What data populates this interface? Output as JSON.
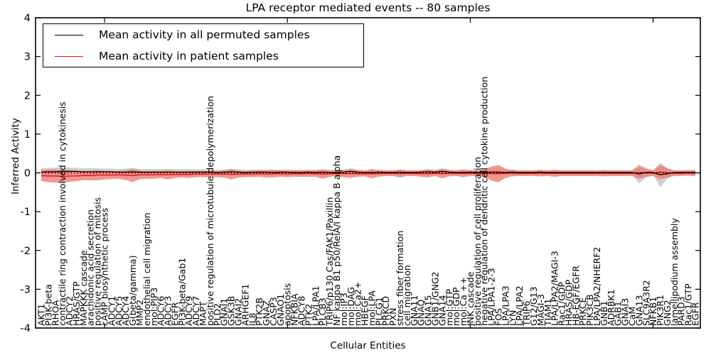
{
  "title": "LPA receptor mediated events -- 80 samples",
  "xlabel": "Cellular Entities",
  "ylabel": "Inferred Activity",
  "legend": {
    "items": [
      {
        "label": "Mean activity in all permuted samples",
        "color": "#000000"
      },
      {
        "label": "Mean activity in patient samples",
        "color": "#ff0000"
      }
    ]
  },
  "chart_data": {
    "type": "line",
    "title": "LPA receptor mediated events -- 80 samples",
    "xlabel": "Cellular Entities",
    "ylabel": "Inferred Activity",
    "ylim": [
      -4,
      4
    ],
    "yticks": [
      4,
      3,
      2,
      1,
      0,
      -1,
      -2,
      -3,
      -4
    ],
    "grid": false,
    "legend_position": "upper left",
    "zero_reference_line": true,
    "categories": [
      "AKT1",
      "PI3K-beta",
      "RHOA",
      "contractile ring contraction involved in cytokinesis",
      "ADCY2",
      "HRAS/GTP",
      "MAPKKK cascade",
      "arachidonic acid secretion",
      "positive regulation of mitosis",
      "cAMP biosynthetic process",
      "ADCY1",
      "ADCY5",
      "ADCY4",
      "G(beta/gamma)",
      "MMP2",
      "endothelial cell migration",
      "mol:PIP3",
      "ADCY6",
      "ADCY3",
      "EGFR",
      "PI3K-beta/Gab1",
      "ADCY9",
      "ADCY7",
      "MAPT",
      "positive regulation of microtubule depolymerization",
      "PLD2",
      "GNAI1",
      "GSK3B",
      "GNAI2",
      "ARHGEF1",
      "IL8",
      "PTK2B",
      "GNAZ",
      "CASP3",
      "GNAO1",
      "apoptosis",
      "NFKBIA",
      "ADCY8",
      "PTK2",
      "LPA/LPA1",
      "PLCB3",
      "TRIP6/p130 Cas/FAK1/Paxillin",
      "NF kappa B1 p50/RelA/I kappa B alpha",
      "mol:IP3",
      "mol:DAG",
      "mol:Ca2+",
      "HBEGF",
      "mol:LPA",
      "PLCG1",
      "PRKCD",
      "PXN",
      "stress fiber formation",
      "cell migration",
      "GNA11",
      "GNAQ",
      "GNA15",
      "GNB1/GNG2",
      "GNA14",
      "mol:GTP",
      "mol:GDP",
      "mol:Ca ++",
      "JNK cascade",
      "positive regulation of cell proliferation",
      "negative regulation of dendritic cell cytokine production",
      "LPA/LPA1-2-3",
      "FOS",
      "LPA/LPA3",
      "LYN",
      "LPA/LPA2",
      "TRIP6",
      "G12/G13",
      "MAGI-3",
      "TIAM1",
      "LPA/LPA2/MAGI-3",
      "Rac1/GDP",
      "HRAS/GDP",
      "HB-EGF/EGFR",
      "PRKCE",
      "PIK3CB",
      "LPA/LPA2/NHERF2",
      "GNB1",
      "ADRBK1",
      "GAB1",
      "GNAI3",
      "CaM",
      "GNA13",
      "SLC9A3R2",
      "NFKB1",
      "PIK3R1",
      "GNG2",
      "lamellipodium assembly",
      "PARD3",
      "Rac1/GTP",
      "EGFR"
    ],
    "series": [
      {
        "name": "Mean activity in all permuted samples",
        "color": "#000000",
        "band_color": "#aaaaaa",
        "values": [
          0.02,
          0.03,
          0.03,
          0.04,
          0.04,
          0.04,
          0.03,
          0.03,
          0.03,
          0.03,
          0.03,
          0.02,
          0.02,
          0.03,
          0.02,
          0.02,
          0.02,
          0.02,
          0.02,
          0.02,
          0.02,
          0.02,
          0.02,
          0.02,
          0.02,
          0.01,
          0.02,
          0.03,
          0.02,
          0.01,
          0.02,
          0.02,
          0.02,
          0.01,
          0.02,
          0.02,
          0.01,
          0.01,
          0.02,
          0.01,
          0.02,
          0.01,
          0.01,
          0.02,
          0.04,
          0.02,
          0.01,
          0.01,
          0.02,
          0.01,
          0.01,
          0.02,
          0.01,
          0.01,
          0.02,
          0.03,
          0.02,
          0.04,
          0.02,
          0.01,
          0.01,
          0.02,
          0.01,
          0.01,
          0.02,
          0.02,
          0.01,
          0.02,
          0.01,
          0.01,
          0.01,
          0.02,
          0.01,
          0.01,
          0.01,
          0.01,
          0.01,
          0.01,
          0.01,
          0.01,
          0.01,
          0.01,
          0.01,
          0.01,
          0.01,
          -0.03,
          0.01,
          0.01,
          -0.05,
          -0.02,
          0.01,
          0.01,
          0.01,
          0.01
        ],
        "band": [
          0.1,
          0.1,
          0.11,
          0.1,
          0.1,
          0.09,
          0.09,
          0.09,
          0.09,
          0.08,
          0.08,
          0.08,
          0.09,
          0.1,
          0.08,
          0.08,
          0.08,
          0.08,
          0.08,
          0.08,
          0.08,
          0.08,
          0.07,
          0.07,
          0.07,
          0.07,
          0.07,
          0.08,
          0.07,
          0.07,
          0.07,
          0.07,
          0.07,
          0.07,
          0.07,
          0.07,
          0.07,
          0.07,
          0.07,
          0.07,
          0.07,
          0.07,
          0.06,
          0.07,
          0.08,
          0.07,
          0.06,
          0.06,
          0.07,
          0.06,
          0.06,
          0.07,
          0.06,
          0.06,
          0.06,
          0.07,
          0.06,
          0.08,
          0.06,
          0.06,
          0.06,
          0.06,
          0.06,
          0.06,
          0.08,
          0.09,
          0.06,
          0.07,
          0.06,
          0.06,
          0.06,
          0.06,
          0.06,
          0.06,
          0.06,
          0.06,
          0.06,
          0.06,
          0.06,
          0.06,
          0.06,
          0.06,
          0.06,
          0.06,
          0.06,
          0.25,
          0.12,
          0.06,
          0.32,
          0.14,
          0.06,
          0.06,
          0.06,
          0.06
        ]
      },
      {
        "name": "Mean activity in patient samples",
        "color": "#ff0000",
        "band_color": "#ee7c72",
        "values": [
          -0.07,
          -0.08,
          -0.08,
          -0.09,
          -0.08,
          -0.08,
          -0.07,
          -0.07,
          -0.06,
          -0.06,
          -0.06,
          -0.05,
          -0.06,
          -0.07,
          -0.05,
          -0.05,
          -0.05,
          -0.04,
          -0.05,
          -0.04,
          -0.04,
          -0.04,
          -0.03,
          -0.03,
          -0.03,
          -0.03,
          -0.03,
          -0.04,
          -0.03,
          -0.03,
          -0.03,
          -0.02,
          -0.03,
          -0.02,
          -0.02,
          -0.03,
          -0.02,
          -0.02,
          -0.02,
          -0.02,
          -0.03,
          -0.02,
          -0.02,
          -0.02,
          -0.02,
          -0.02,
          -0.02,
          -0.02,
          -0.02,
          -0.01,
          -0.01,
          -0.02,
          -0.01,
          -0.01,
          -0.02,
          -0.02,
          -0.01,
          -0.02,
          -0.01,
          -0.01,
          -0.01,
          -0.01,
          -0.01,
          -0.01,
          -0.02,
          -0.02,
          -0.01,
          -0.01,
          -0.01,
          -0.01,
          -0.01,
          -0.01,
          -0.01,
          -0.01,
          -0.01,
          -0.01,
          -0.01,
          -0.01,
          -0.01,
          -0.01,
          -0.01,
          -0.01,
          -0.01,
          -0.01,
          -0.01,
          0.01,
          0.0,
          -0.01,
          0.02,
          0.0,
          -0.01,
          -0.01,
          0.0,
          -0.01
        ],
        "band": [
          0.14,
          0.16,
          0.17,
          0.16,
          0.15,
          0.13,
          0.12,
          0.12,
          0.13,
          0.11,
          0.1,
          0.1,
          0.12,
          0.17,
          0.11,
          0.1,
          0.1,
          0.09,
          0.12,
          0.09,
          0.08,
          0.09,
          0.08,
          0.08,
          0.08,
          0.08,
          0.09,
          0.13,
          0.09,
          0.08,
          0.08,
          0.08,
          0.09,
          0.1,
          0.08,
          0.08,
          0.08,
          0.08,
          0.08,
          0.08,
          0.12,
          0.08,
          0.07,
          0.09,
          0.11,
          0.08,
          0.07,
          0.12,
          0.08,
          0.07,
          0.07,
          0.1,
          0.07,
          0.07,
          0.08,
          0.1,
          0.07,
          0.12,
          0.08,
          0.07,
          0.1,
          0.07,
          0.07,
          0.1,
          0.18,
          0.22,
          0.12,
          0.08,
          0.07,
          0.07,
          0.07,
          0.08,
          0.07,
          0.09,
          0.07,
          0.07,
          0.07,
          0.07,
          0.07,
          0.07,
          0.08,
          0.07,
          0.07,
          0.07,
          0.07,
          0.16,
          0.1,
          0.07,
          0.18,
          0.12,
          0.07,
          0.07,
          0.07,
          0.08
        ]
      }
    ]
  }
}
